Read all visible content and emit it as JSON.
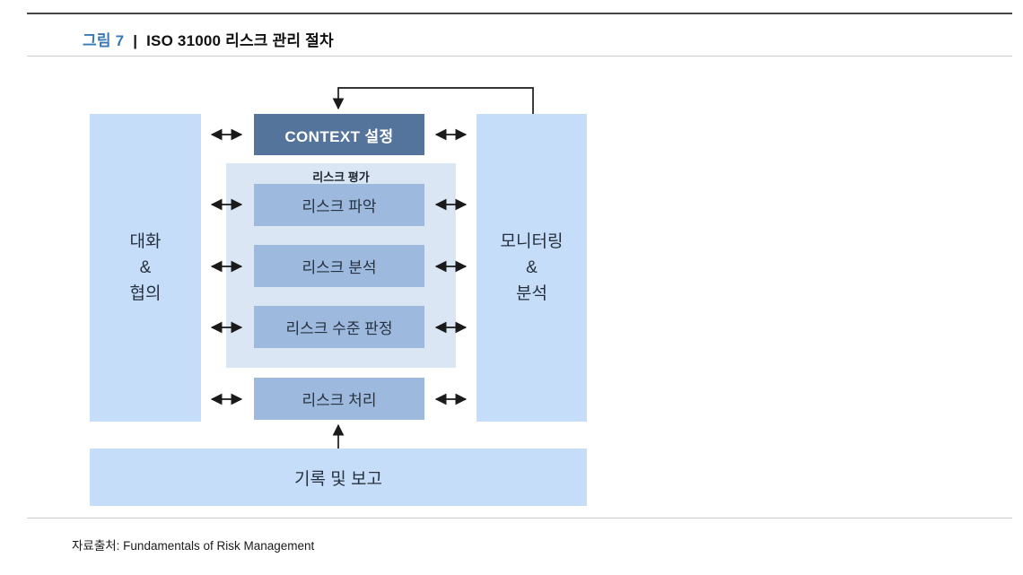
{
  "header": {
    "figure_label": "그림 7",
    "separator": "|",
    "title": "ISO 31000 리스크 관리 절차"
  },
  "diagram": {
    "left_box": {
      "lines": [
        "대화",
        "&",
        "협의"
      ]
    },
    "right_box": {
      "lines": [
        "모니터링",
        "&",
        "분석"
      ]
    },
    "context_box": "CONTEXT 설정",
    "assessment": {
      "label": "리스크 평가",
      "steps": [
        "리스크 파악",
        "리스크 분석",
        "리스크 수준 판정"
      ]
    },
    "treatment_box": "리스크 처리",
    "record_box": "기록 및 보고"
  },
  "footer": {
    "source": "자료출처: Fundamentals of Risk Management"
  },
  "colors": {
    "outer_box": "#c5ddf8",
    "assessment_bg": "#dae6f4",
    "inner_box": "#9dbade",
    "context_bg": "#54749c",
    "accent_blue": "#3879b5"
  }
}
